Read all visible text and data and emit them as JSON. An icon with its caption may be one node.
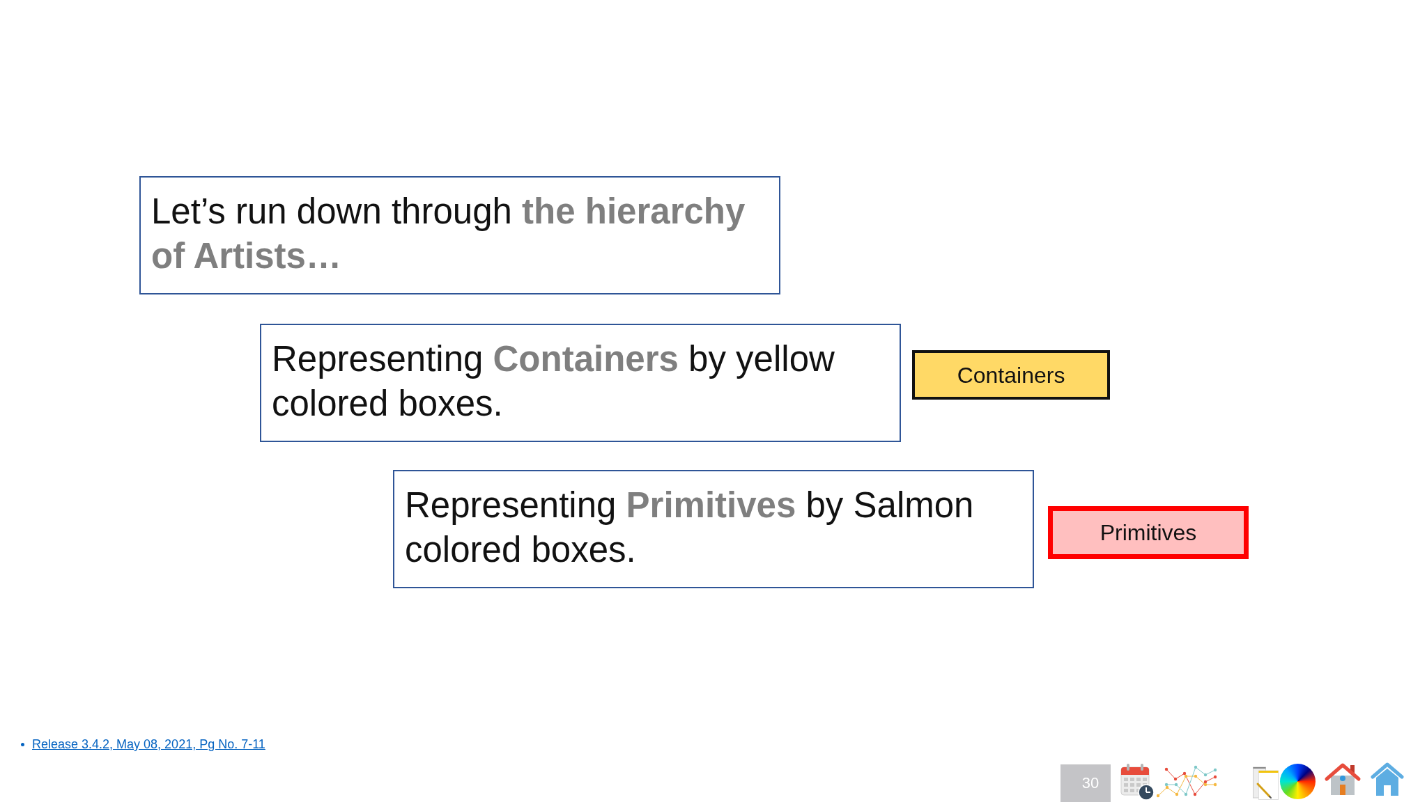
{
  "diagram": {
    "nodes": [
      {
        "text": [
          "Let’s run down through **the hierarchy of Artists…**"
        ]
      },
      {
        "text": [
          "Representing **Containers** by yellow colored boxes."
        ]
      },
      {
        "text": [
          "Representing **Primitives** by Salmon colored boxes."
        ]
      },
      {
        "text": [
          "Containers"
        ]
      },
      {
        "text": [
          "Primitives"
        ]
      }
    ],
    "labels": [
      "Release 3.4.2, May 08, 2021, Pg No. 7-11",
      "30"
    ]
  }
}
